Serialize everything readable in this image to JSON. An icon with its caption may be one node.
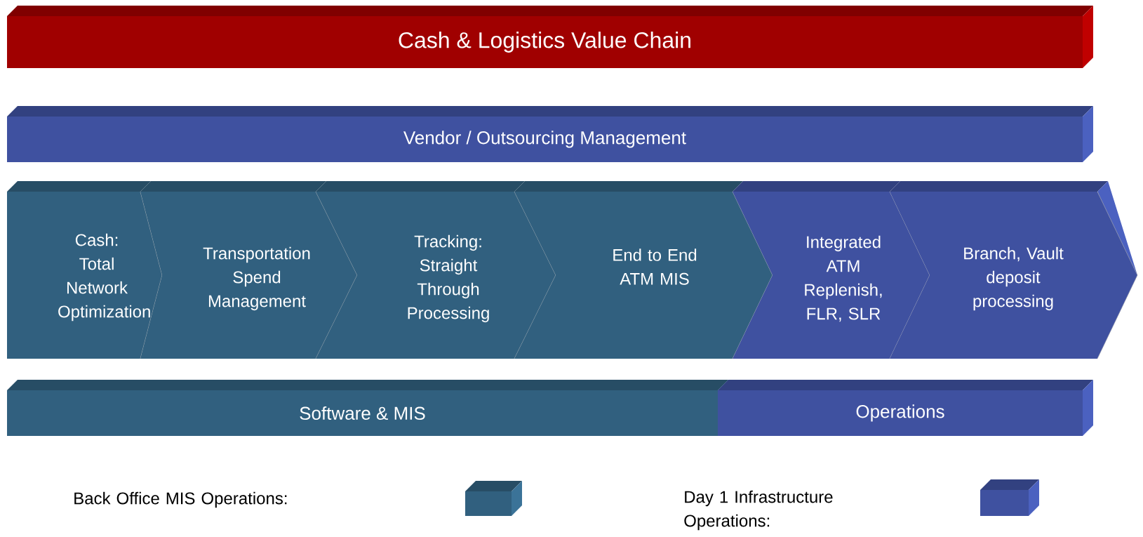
{
  "diagram": {
    "nodes": [
      {
        "text": [
          "Cash & Logistics Value Chain"
        ]
      },
      {
        "text": [
          "Vendor / Outsourcing Management"
        ]
      },
      {
        "text": [
          "Cash: Total Network Optimization"
        ]
      },
      {
        "text": [
          "Transportation Spend Management"
        ]
      },
      {
        "text": [
          "Tracking: Straight Through Processing"
        ]
      },
      {
        "text": [
          "End to End ATM MIS"
        ]
      },
      {
        "text": [
          "Integrated ATM Replenish, FLR, SLR"
        ]
      },
      {
        "text": [
          "Branch, Vault deposit processing"
        ]
      },
      {
        "text": [
          "Software & MIS"
        ]
      },
      {
        "text": [
          "Operations"
        ]
      }
    ],
    "edges": [],
    "legend": [
      {
        "text": "Back Office MIS Operations:",
        "color": "#31607f"
      },
      {
        "text": "Day 1 Infrastructure Operations:",
        "color": "#3f51a0"
      }
    ]
  }
}
